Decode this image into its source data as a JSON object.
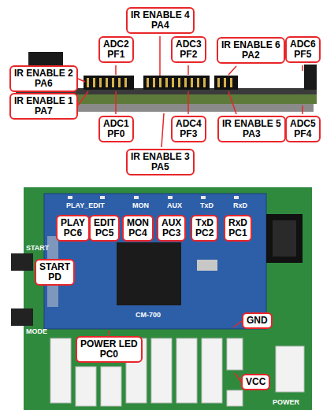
{
  "diagram": {
    "nodes": [
      {
        "text": [
          "IR ENABLE 4",
          "PA4"
        ]
      },
      {
        "text": [
          "ADC2",
          "PF1"
        ]
      },
      {
        "text": [
          "ADC3",
          "PF2"
        ]
      },
      {
        "text": [
          "IR ENABLE 6",
          "PA2"
        ]
      },
      {
        "text": [
          "ADC6",
          "PF5"
        ]
      },
      {
        "text": [
          "IR ENABLE 2",
          "PA6"
        ]
      },
      {
        "text": [
          "IR ENABLE 1",
          "PA7"
        ]
      },
      {
        "text": [
          "ADC1",
          "PF0"
        ]
      },
      {
        "text": [
          "ADC4",
          "PF3"
        ]
      },
      {
        "text": [
          "IR ENABLE 5",
          "PA3"
        ]
      },
      {
        "text": [
          "ADC5",
          "PF4"
        ]
      },
      {
        "text": [
          "IR ENABLE 3",
          "PA5"
        ]
      },
      {
        "text": [
          "PLAY",
          "PC6"
        ]
      },
      {
        "text": [
          "EDIT",
          "PC5"
        ]
      },
      {
        "text": [
          "MON",
          "PC4"
        ]
      },
      {
        "text": [
          "AUX",
          "PC3"
        ]
      },
      {
        "text": [
          "TxD",
          "PC2"
        ]
      },
      {
        "text": [
          "RxD",
          "PC1"
        ]
      },
      {
        "text": [
          "START",
          "PD"
        ]
      },
      {
        "text": [
          "GND"
        ]
      },
      {
        "text": [
          "POWER LED",
          "PC0"
        ]
      },
      {
        "text": [
          "VCC"
        ]
      }
    ],
    "labels": [
      "PLAY_EDIT",
      "MON",
      "AUX",
      "TxD",
      "RxD",
      "CM-700",
      "START",
      "MODE",
      "POWER"
    ]
  }
}
